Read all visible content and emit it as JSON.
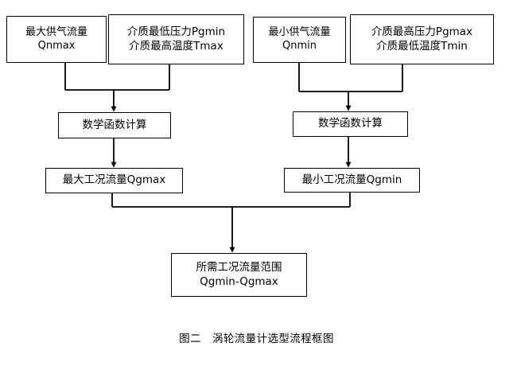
{
  "figure": {
    "caption_label": "图二",
    "caption_text": "涡轮流量计选型流程框图",
    "background_color": "#ffffff",
    "line_color": "#000000"
  },
  "nodes": {
    "qnmax": {
      "line1": "最大供气流量",
      "line2": "Qnmax"
    },
    "pgmin_tmax": {
      "line1": "介质最低压力Pgmin",
      "line2": "介质最高温度Tmax"
    },
    "qnmin": {
      "line1": "最小供气流量",
      "line2": "Qnmin"
    },
    "pgmax_tmin": {
      "line1": "介质最高压力Pgmax",
      "line2": "介质最低温度Tmin"
    },
    "calc_left": {
      "line1": "数学函数计算"
    },
    "calc_right": {
      "line1": "数学函数计算"
    },
    "qgmax": {
      "line1": "最大工况流量Qgmax"
    },
    "qgmin": {
      "line1": "最小工况流量Qgmin"
    },
    "result": {
      "line1": "所需工况流量范围",
      "line2": "Qgmin-Qgmax"
    }
  },
  "flow": {
    "edges": [
      {
        "from": "qnmax",
        "to": "calc_left",
        "style": "elbow-merge"
      },
      {
        "from": "pgmin_tmax",
        "to": "calc_left",
        "style": "elbow-merge"
      },
      {
        "from": "qnmin",
        "to": "calc_right",
        "style": "elbow-merge"
      },
      {
        "from": "pgmax_tmin",
        "to": "calc_right",
        "style": "elbow-merge"
      },
      {
        "from": "calc_left",
        "to": "qgmax",
        "style": "straight-arrow"
      },
      {
        "from": "calc_right",
        "to": "qgmin",
        "style": "straight-arrow"
      },
      {
        "from": "qgmax",
        "to": "result",
        "style": "elbow-merge"
      },
      {
        "from": "qgmin",
        "to": "result",
        "style": "elbow-merge"
      }
    ]
  }
}
